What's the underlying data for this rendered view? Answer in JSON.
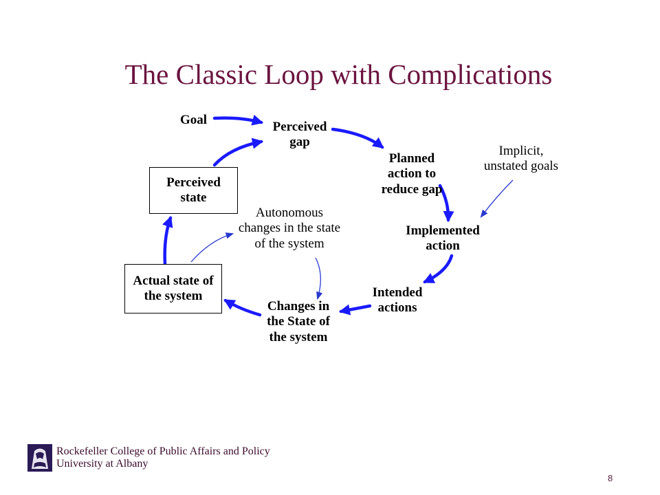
{
  "slide": {
    "title": "The Classic Loop with Complications",
    "page_number": "8"
  },
  "diagram": {
    "nodes": {
      "goal": "Goal",
      "perceived_gap": [
        "Perceived",
        "gap"
      ],
      "planned_action": [
        "Planned",
        "action to",
        "reduce gap"
      ],
      "implicit_goals": [
        "Implicit,",
        "unstated goals"
      ],
      "implemented_action": [
        "Implemented",
        "action"
      ],
      "intended_actions": [
        "Intended",
        "actions"
      ],
      "changes_in_state": [
        "Changes in",
        "the State of",
        "the system"
      ],
      "autonomous_changes": [
        "Autonomous",
        "changes in the state",
        "of the system"
      ],
      "actual_state": [
        "Actual state of",
        "the system"
      ],
      "perceived_state": [
        "Perceived",
        "state"
      ]
    },
    "colors": {
      "arrow": "#1a1aff",
      "title": "#6b1440",
      "thin_arrow": "#2a3ad0"
    }
  },
  "footer": {
    "line1": "Rockefeller College of Public Affairs and Policy",
    "line2": "University at Albany"
  }
}
